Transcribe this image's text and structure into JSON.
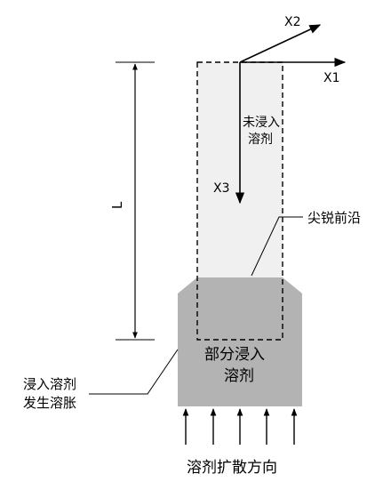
{
  "axes": {
    "x1_label": "X1",
    "x2_label": "X2",
    "x3_label": "X3"
  },
  "dimension": {
    "length_label": "L"
  },
  "regions": {
    "dry_line1": "未浸入",
    "dry_line2": "溶剂",
    "partial_line1": "部分浸入",
    "partial_line2": "溶剂"
  },
  "callouts": {
    "sharp_front": "尖锐前沿",
    "swelling_line1": "浸入溶剂",
    "swelling_line2": "发生溶胀"
  },
  "diffusion": {
    "label": "溶剂扩散方向"
  },
  "colors": {
    "dry_fill": "#f0f0f0",
    "swollen_fill": "#b3b3b3",
    "line": "#000000"
  }
}
